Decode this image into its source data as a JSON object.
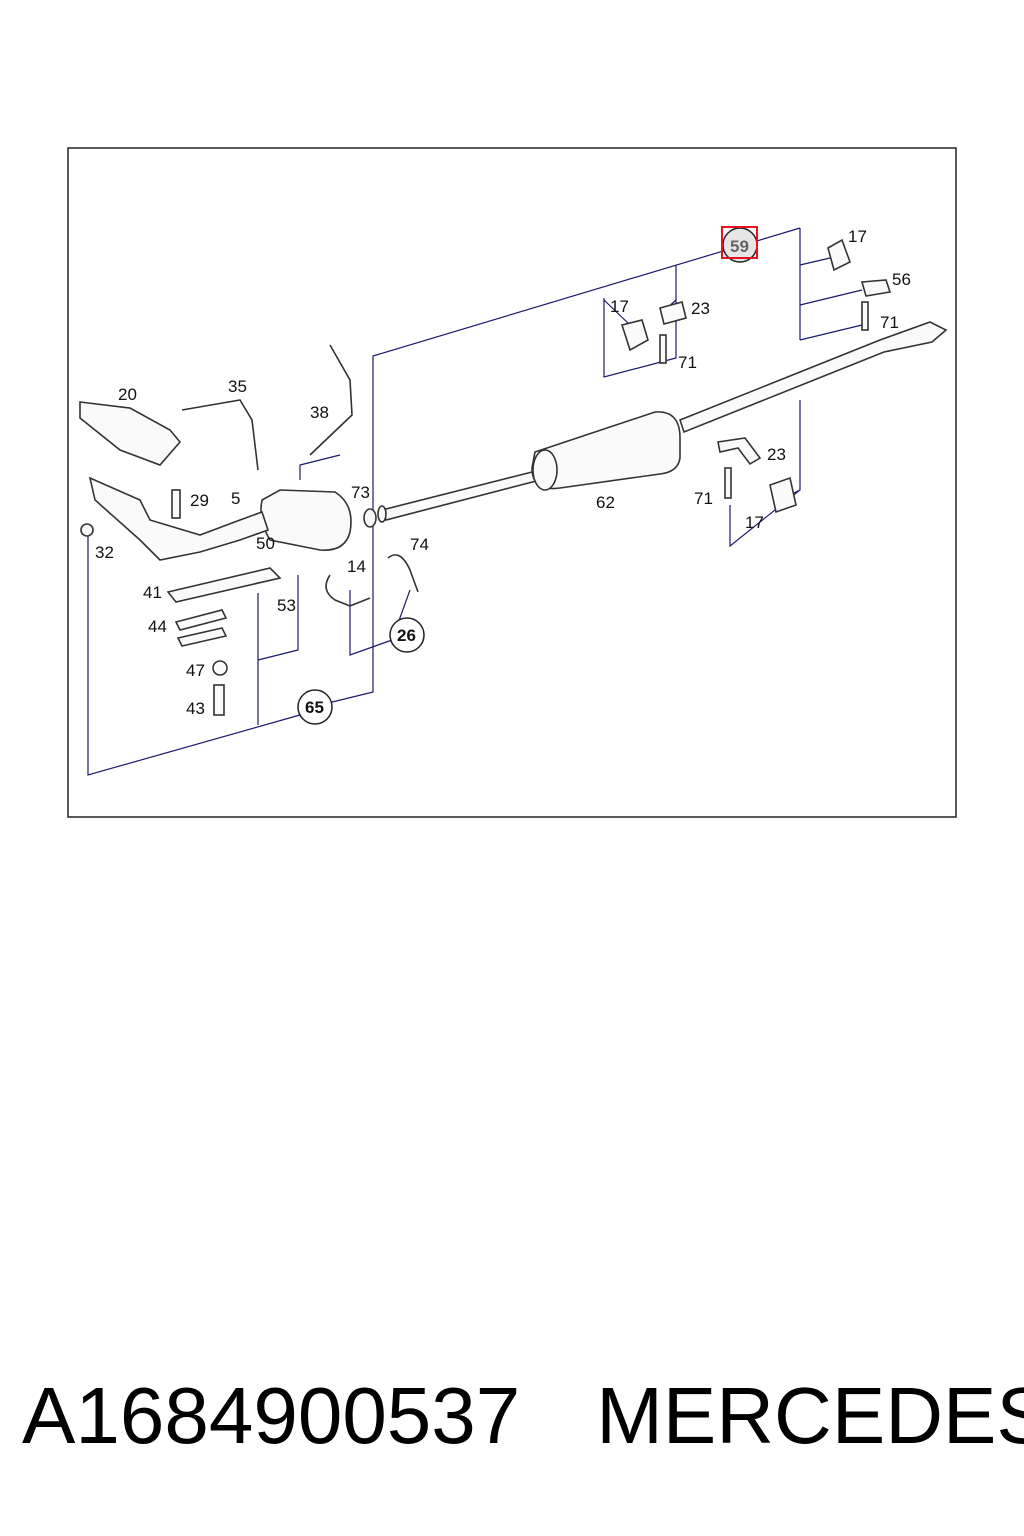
{
  "diagram": {
    "labels": {
      "p5": "5",
      "p14": "14",
      "p17a": "17",
      "p17b": "17",
      "p17c": "17",
      "p20": "20",
      "p23a": "23",
      "p23b": "23",
      "p26": "26",
      "p29": "29",
      "p32": "32",
      "p35": "35",
      "p38": "38",
      "p41": "41",
      "p43": "43",
      "p44": "44",
      "p47": "47",
      "p50": "50",
      "p53": "53",
      "p56": "56",
      "p59": "59",
      "p62": "62",
      "p65": "65",
      "p71a": "71",
      "p71b": "71",
      "p71c": "71",
      "p73": "73",
      "p74": "74"
    },
    "highlight_color": "#e8121c",
    "line_color": "#1a1a6e"
  },
  "footer": {
    "part_number": "A1684900537",
    "brand": "MERCEDES"
  }
}
